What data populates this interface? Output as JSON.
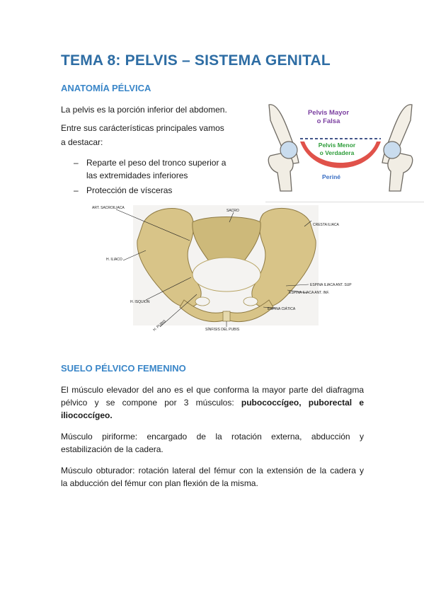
{
  "title": "TEMA 8: PELVIS – SISTEMA GENITAL",
  "section1": {
    "heading": "ANATOMÍA PÉLVICA",
    "intro": "La pelvis es la porción inferior del abdomen.",
    "para_line1": "Entre sus carácterísticas principales vamos",
    "para_line2": "a destacar:",
    "bullet1_line1": "Reparte el peso del tronco superior a",
    "bullet1_line2": "las extremidades inferiores",
    "bullet2": "Protección de vísceras",
    "bullet_marker": "–"
  },
  "small_diagram": {
    "label_mayor_1": "Pelvis Mayor",
    "label_mayor_2": "o Falsa",
    "label_menor_1": "Pelvis Menor",
    "label_menor_2": "o Verdadera",
    "label_perine": "Periné",
    "colors": {
      "mayor": "#7b3fa0",
      "menor": "#2e9d3a",
      "perine": "#3a6fc4",
      "band": "#e0524a",
      "dash": "#2a3f7a"
    }
  },
  "pelvis_figure": {
    "labels": {
      "art_sacroiliaca": "ART. SACROILIACA",
      "sacro": "SACRO",
      "cresta_iliaca": "CRESTA ILIACA",
      "h_iliaco": "H. ILIACO",
      "espina_ant_sup": "ESPINA ILIACA ANT. SUP",
      "espina_ant_inf": "ESPINA ILIACA ANT. INF.",
      "h_isquion": "H. ISQUION",
      "espina_ciatica": "ESPINA CIÁTICA",
      "h_pubis": "H. PUBIS",
      "sinfisis": "SÍNFISIS DEL PUBIS"
    }
  },
  "section2": {
    "heading": "SUELO PÉLVICO FEMENINO",
    "p1_line1": "El músculo elevador del ano es el que conforma la mayor parte del diafragma",
    "p1_line2_pre": "pélvico y se compone por 3 músculos: ",
    "p1_line2_bold": "pubococcígeo, puborectal e",
    "p1_line3_bold": "iliococcígeo.",
    "p2_line1": "Músculo piriforme: encargado de la rotación externa, abducción y",
    "p2_line2": "estabilización de la cadera.",
    "p3_line1": "Músculo obturador: rotación lateral del fémur con la extensión de la cadera y",
    "p3_line2": "la abducción del fémur con plan flexión de la misma."
  }
}
